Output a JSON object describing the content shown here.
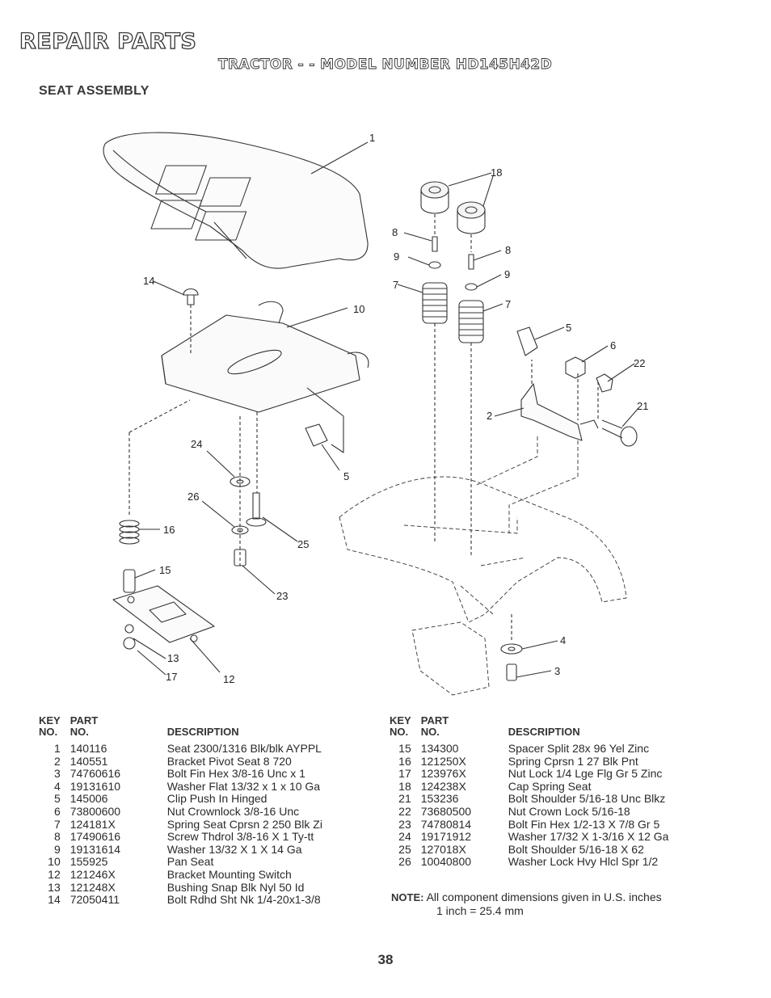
{
  "header": {
    "title": "REPAIR PARTS",
    "subtitle": "TRACTOR - - MODEL NUMBER HD145H42D",
    "section": "SEAT ASSEMBLY"
  },
  "diagram": {
    "callouts": [
      "1",
      "18",
      "8",
      "9",
      "7",
      "8",
      "9",
      "7",
      "14",
      "10",
      "5",
      "6",
      "22",
      "21",
      "2",
      "24",
      "5",
      "26",
      "25",
      "16",
      "15",
      "23",
      "4",
      "3",
      "13",
      "17",
      "12"
    ]
  },
  "table": {
    "headers": {
      "key_top": "KEY",
      "key_bottom": "NO.",
      "part_top": "PART",
      "part_bottom": "NO.",
      "description": "DESCRIPTION"
    },
    "left": [
      {
        "key": "1",
        "part": "140116",
        "description": "Seat 2300/1316 Blk/blk AYPPL"
      },
      {
        "key": "2",
        "part": "140551",
        "description": "Bracket Pivot Seat 8 720"
      },
      {
        "key": "3",
        "part": "74760616",
        "description": "Bolt Fin Hex  3/8-16 Unc x 1"
      },
      {
        "key": "4",
        "part": "19131610",
        "description": "Washer Flat  13/32 x 1 x 10 Ga"
      },
      {
        "key": "5",
        "part": "145006",
        "description": "Clip Push In  Hinged"
      },
      {
        "key": "6",
        "part": "73800600",
        "description": "Nut Crownlock 3/8-16 Unc"
      },
      {
        "key": "7",
        "part": "124181X",
        "description": "Spring Seat Cprsn 2 250 Blk Zi"
      },
      {
        "key": "8",
        "part": "17490616",
        "description": "Screw Thdrol 3/8-16 X 1 Ty-tt"
      },
      {
        "key": "9",
        "part": "19131614",
        "description": "Washer 13/32 X 1 X 14 Ga"
      },
      {
        "key": "10",
        "part": "155925",
        "description": "Pan Seat"
      },
      {
        "key": "12",
        "part": "121246X",
        "description": "Bracket Mounting Switch"
      },
      {
        "key": "13",
        "part": "121248X",
        "description": "Bushing Snap Blk Nyl 50 Id"
      },
      {
        "key": "14",
        "part": "72050411",
        "description": "Bolt Rdhd Sht Nk 1/4-20x1-3/8"
      }
    ],
    "right": [
      {
        "key": "15",
        "part": "134300",
        "description": "Spacer Split 28x 96 Yel Zinc"
      },
      {
        "key": "16",
        "part": "121250X",
        "description": "Spring Cprsn 1 27 Blk Pnt"
      },
      {
        "key": "17",
        "part": "123976X",
        "description": "Nut Lock 1/4 Lge Flg Gr 5 Zinc"
      },
      {
        "key": "18",
        "part": "124238X",
        "description": "Cap Spring Seat"
      },
      {
        "key": "21",
        "part": "153236",
        "description": "Bolt Shoulder 5/16-18 Unc Blkz"
      },
      {
        "key": "22",
        "part": "73680500",
        "description": "Nut Crown Lock 5/16-18"
      },
      {
        "key": "23",
        "part": "74780814",
        "description": "Bolt Fin Hex 1/2-13 X 7/8 Gr 5"
      },
      {
        "key": "24",
        "part": "19171912",
        "description": "Washer 17/32 X 1-3/16 X 12 Ga"
      },
      {
        "key": "25",
        "part": "127018X",
        "description": "Bolt Shoulder 5/16-18 X 62"
      },
      {
        "key": "26",
        "part": "10040800",
        "description": "Washer Lock Hvy Hlcl Spr 1/2"
      }
    ]
  },
  "note": {
    "label": "NOTE:",
    "line1": "All component dimensions given in U.S. inches",
    "line2": "1 inch = 25.4 mm"
  },
  "page_number": "38"
}
